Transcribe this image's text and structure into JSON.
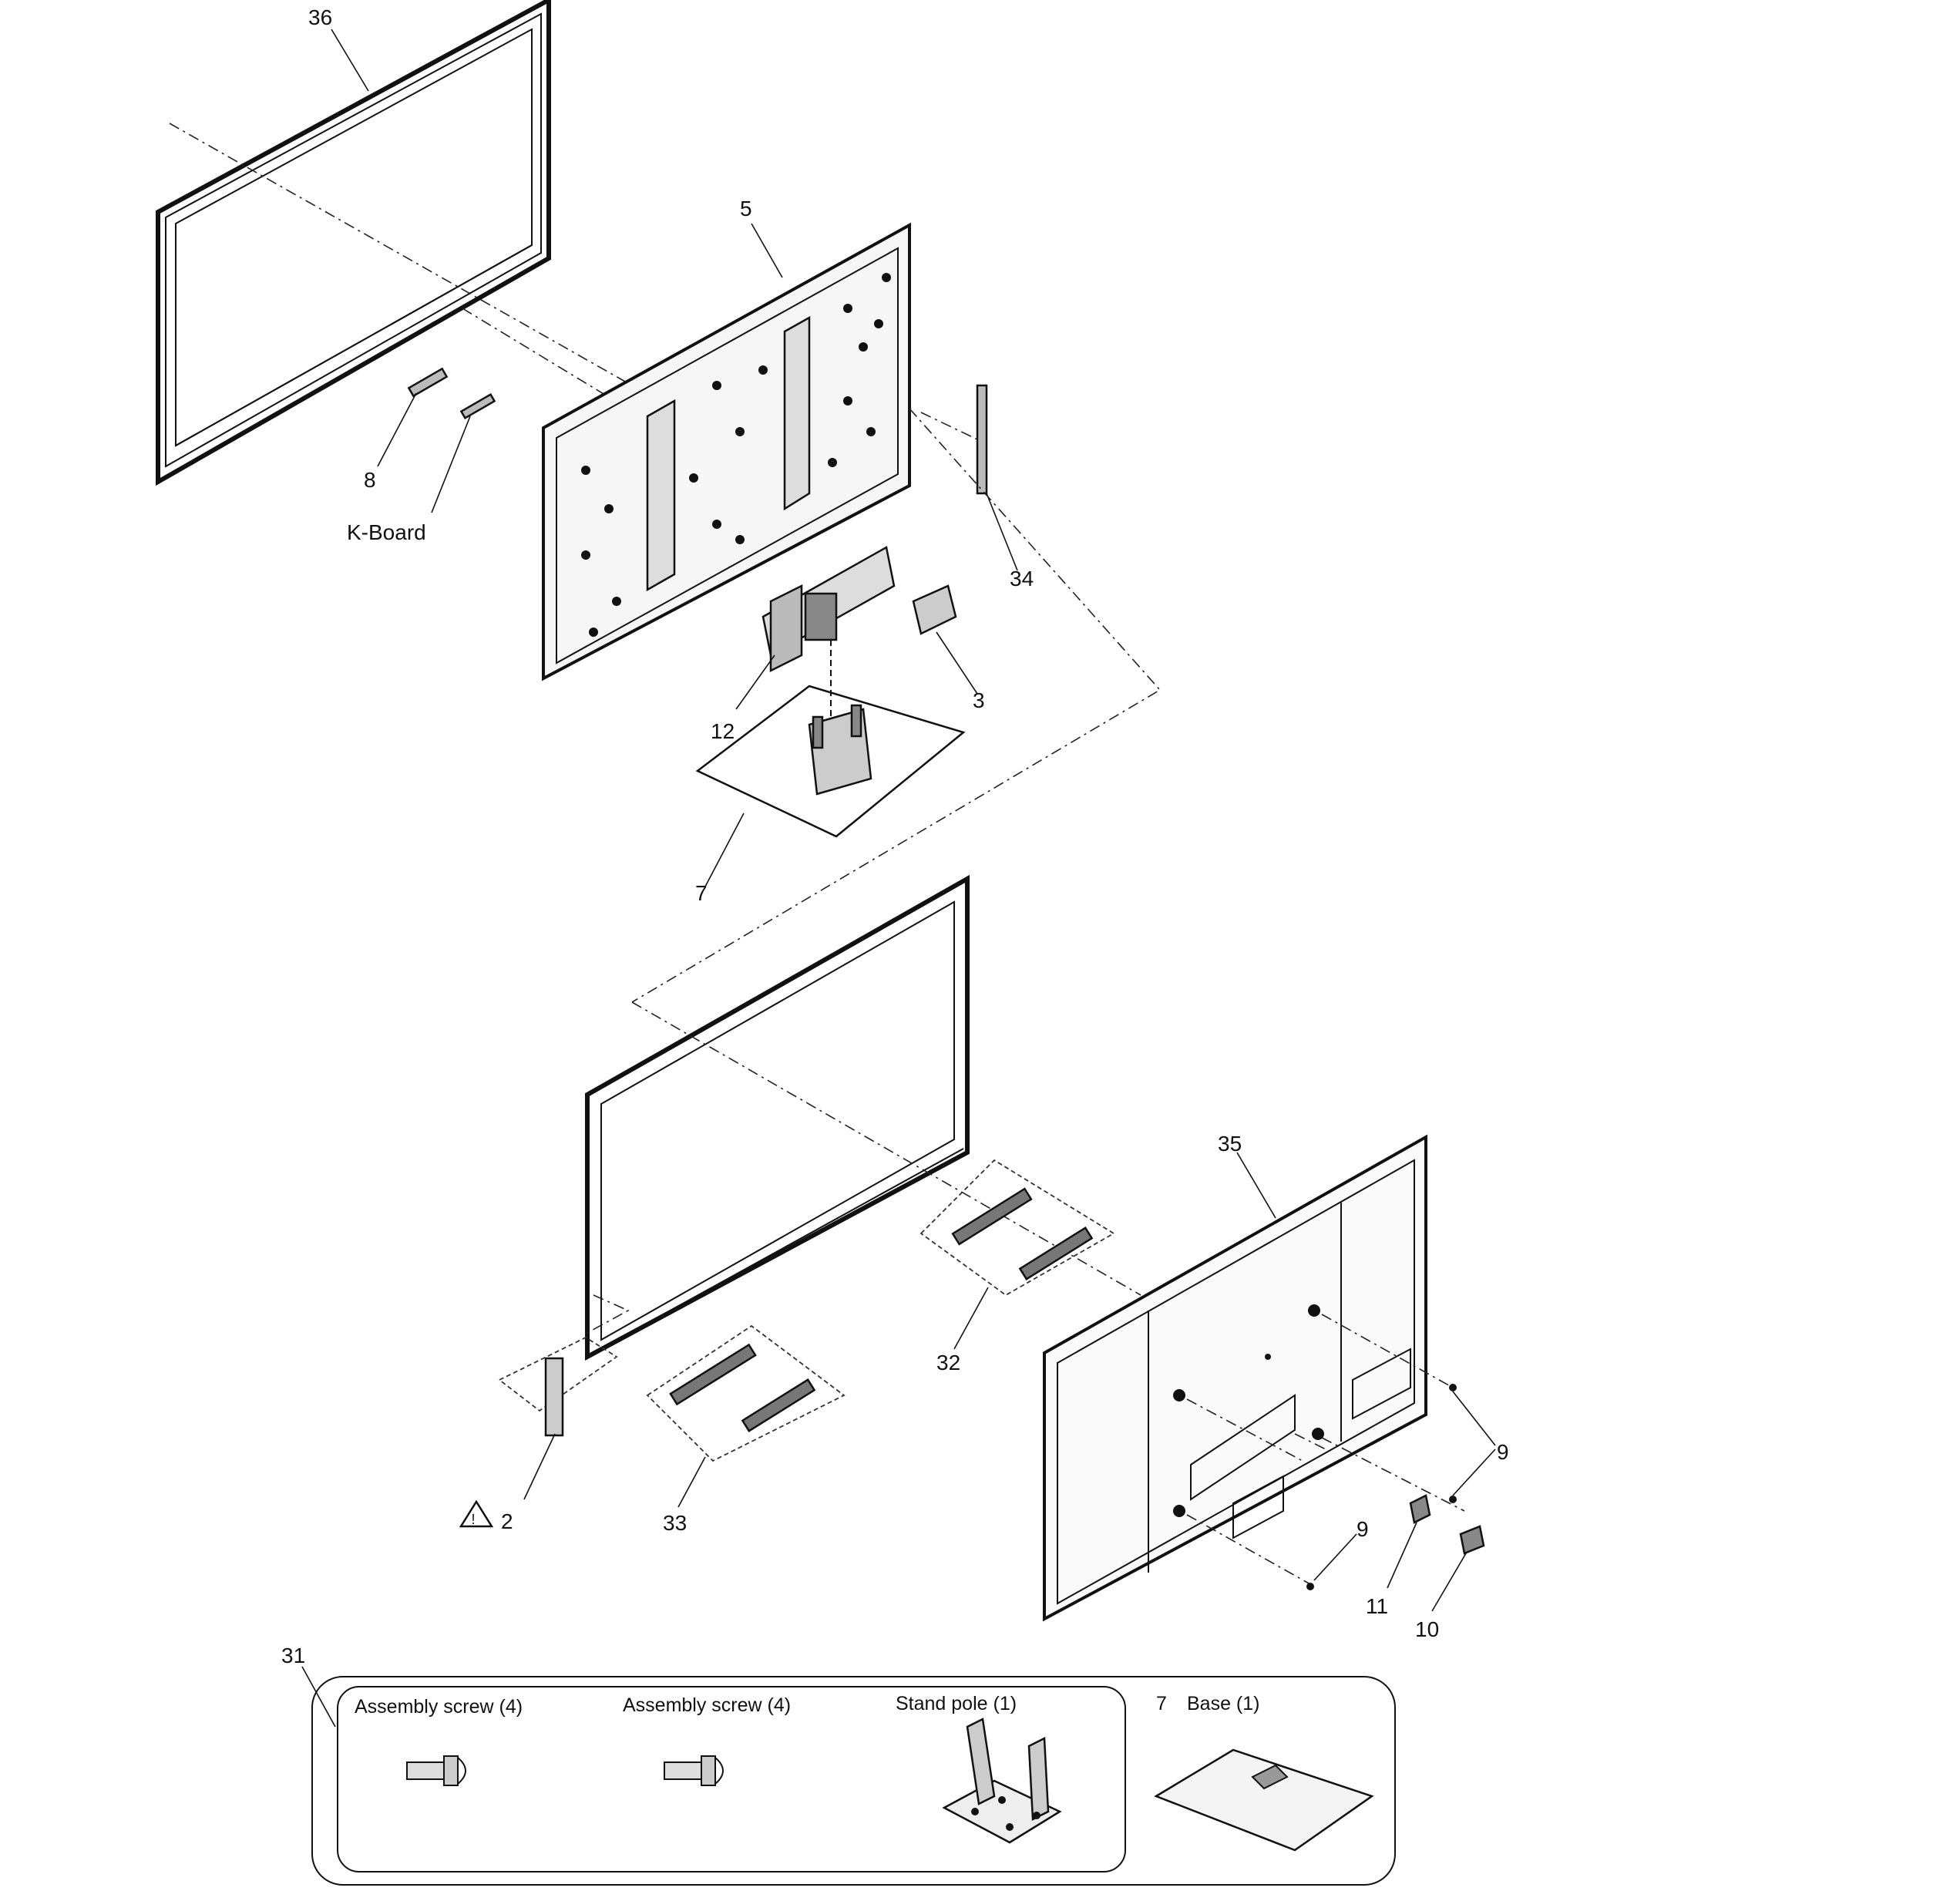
{
  "labels": {
    "p36": "36",
    "p5": "5",
    "p8": "8",
    "kboard": "K-Board",
    "p34": "34",
    "p12": "12",
    "p3": "3",
    "p7": "7",
    "p35": "35",
    "p32": "32",
    "p33": "33",
    "p2": "2",
    "p9a": "9",
    "p9b": "9",
    "p11": "11",
    "p10": "10",
    "p31": "31"
  },
  "accessories": {
    "item1": "Assembly screw (4)",
    "item2": "Assembly screw (4)",
    "item3": "Stand pole (1)",
    "base_num": "7",
    "base": "Base (1)"
  },
  "icons": {
    "warning": "warning-triangle-icon"
  }
}
